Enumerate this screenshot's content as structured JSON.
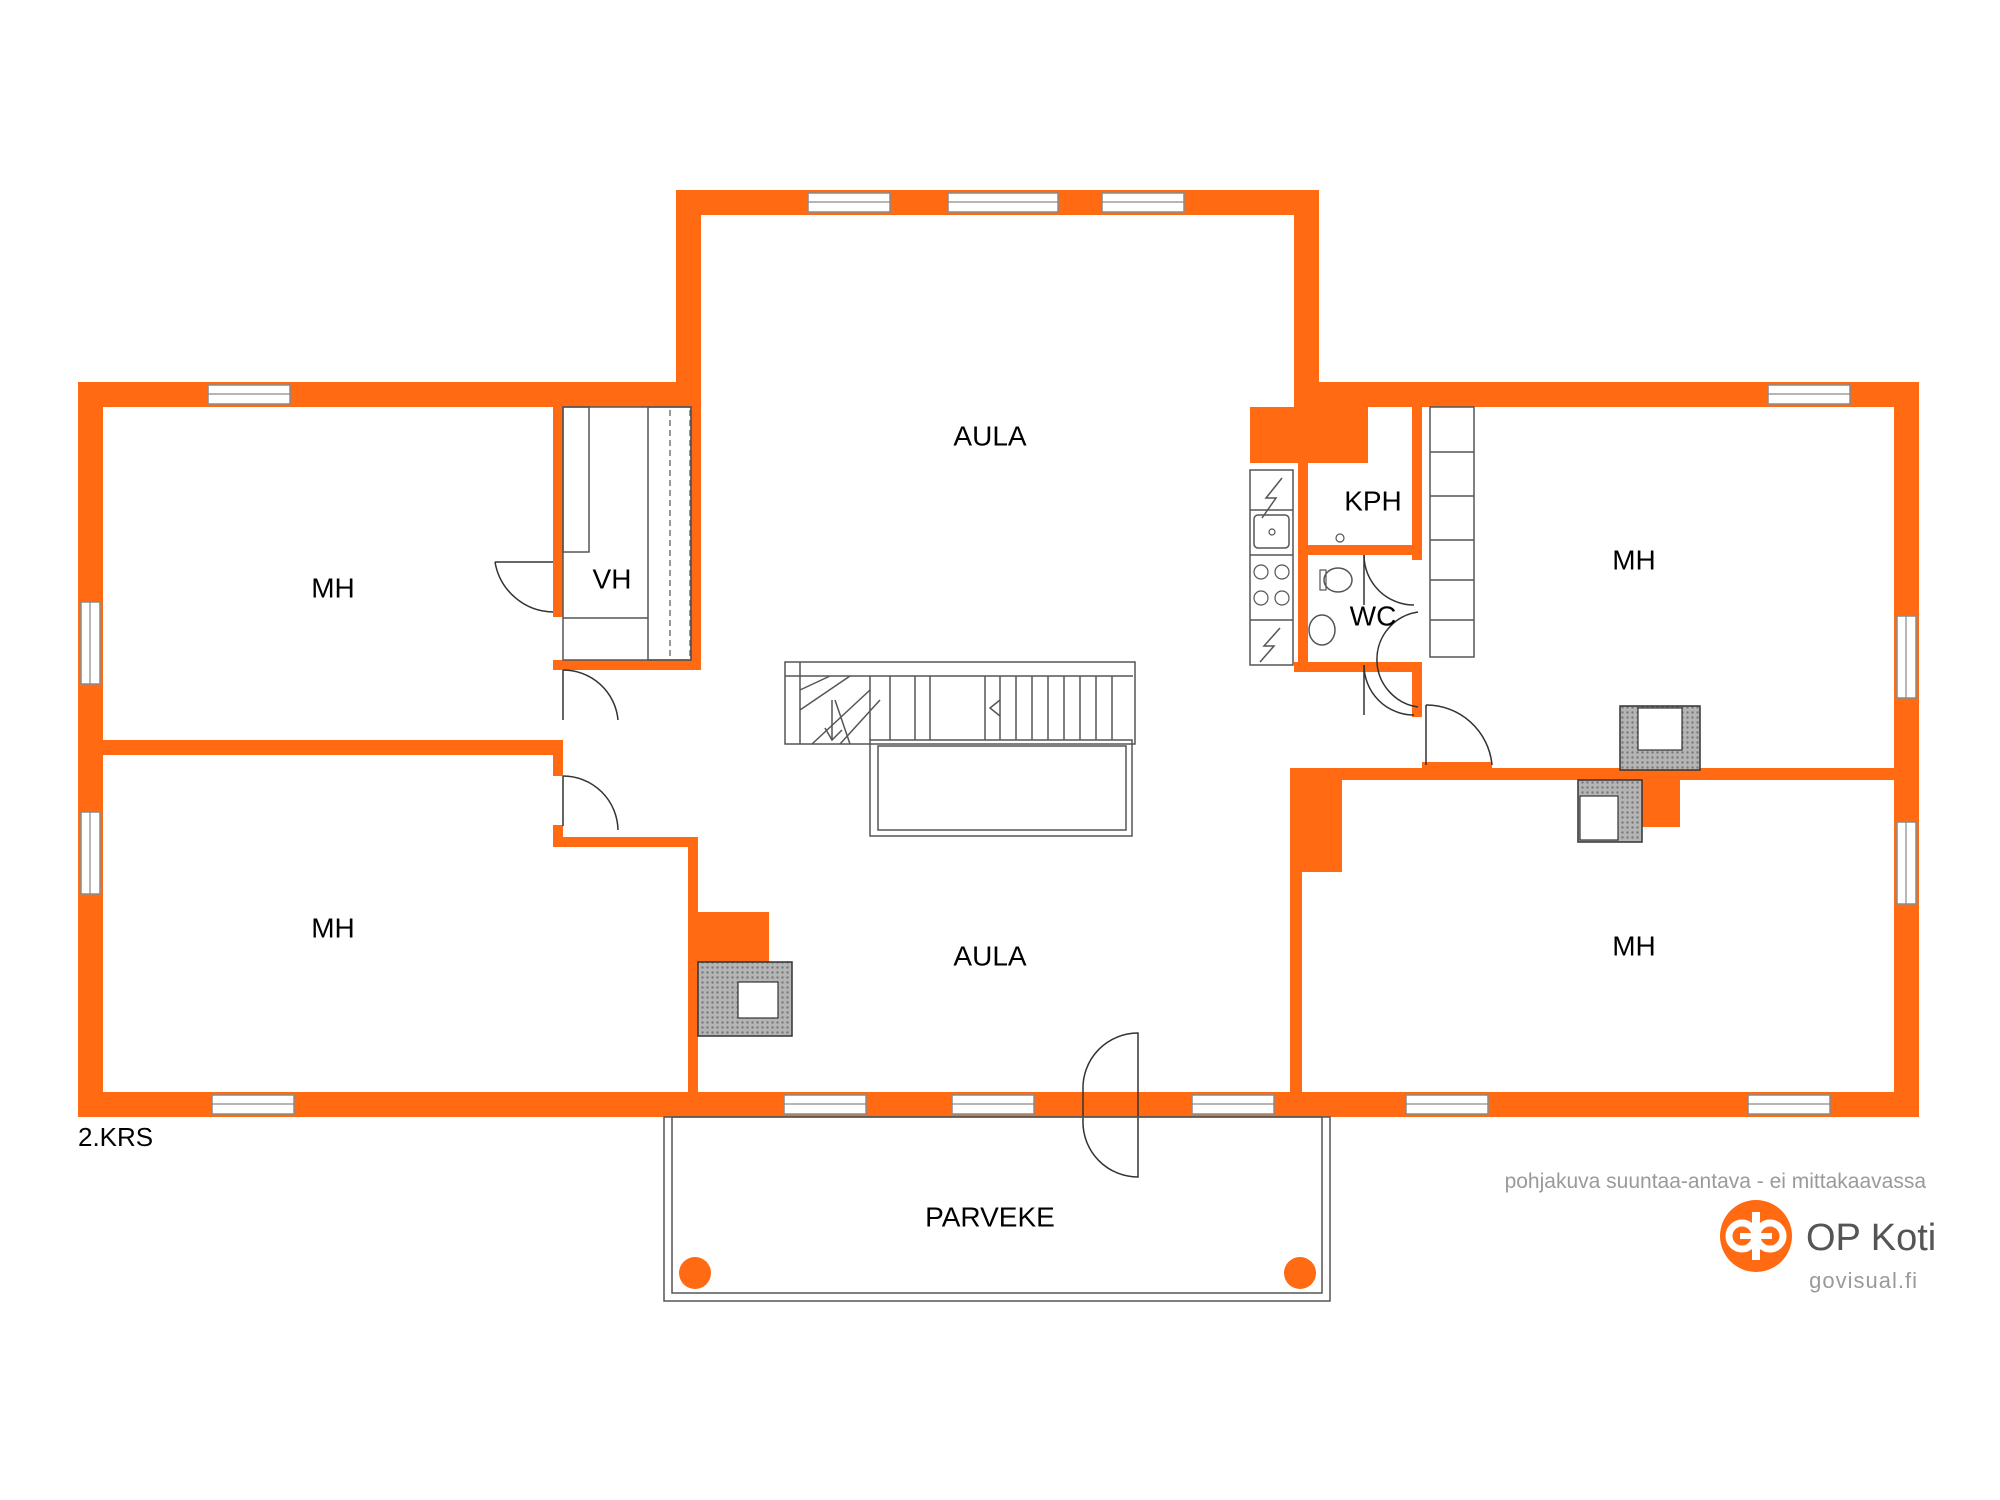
{
  "rooms": {
    "aula_top": "AULA",
    "aula_bottom": "AULA",
    "mh_top_left": "MH",
    "mh_bottom_left": "MH",
    "mh_top_right": "MH",
    "mh_bottom_right": "MH",
    "vh": "VH",
    "kph": "KPH",
    "wc": "WC",
    "parveke": "PARVEKE"
  },
  "floor_label": "2.KRS",
  "disclaimer": "pohjakuva suuntaa-antava - ei mittakaavassa",
  "brand": {
    "name": "OP Koti",
    "site": "govisual.fi",
    "logo_icon": "op-logo-icon"
  },
  "colors": {
    "wall": "#ff6a13",
    "fireplace": "#9a9a9a",
    "label": "#000000",
    "muted_text": "#9a9a9a"
  }
}
